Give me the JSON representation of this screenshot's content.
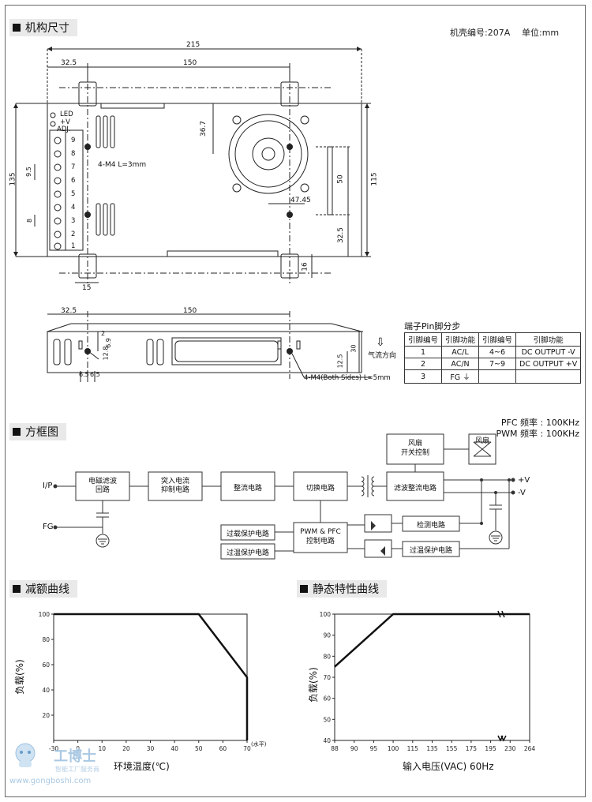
{
  "sections": {
    "mech": "机构尺寸",
    "block": "方框图",
    "derating": "减额曲线",
    "static": "静态特性曲线"
  },
  "case_info": "机壳编号:207A",
  "unit_info": "单位:mm",
  "mech": {
    "dim_215": "215",
    "dim_32_5_top": "32.5",
    "dim_150_top": "150",
    "dim_135": "135",
    "dim_115": "115",
    "dim_50": "50",
    "dim_36_7": "36.7",
    "dim_47_45": "47.45",
    "dim_32_5_right": "32.5",
    "dim_16": "16",
    "dim_15": "15",
    "dim_9_5": "9.5",
    "dim_8": "8",
    "led": "LED",
    "plus_v": "+V",
    "adj": "ADJ.",
    "pins": [
      "9",
      "8",
      "7",
      "6",
      "5",
      "4",
      "3",
      "2",
      "1"
    ],
    "screw_note": "4-M4 L=3mm",
    "side_32_5": "32.5",
    "side_150": "150",
    "side_2": "2",
    "side_6_9": "6.9",
    "side_12_8": "12.8",
    "side_12_5": "12.5",
    "side_30": "30",
    "side_6_5a": "6.5",
    "side_6_5b": "6.5",
    "side_screw_note": "4-M4(Both Sides) L=5mm",
    "airflow": "气流方向"
  },
  "pin_table": {
    "title": "端子Pin脚分步",
    "headers": [
      "引脚编号",
      "引脚功能",
      "引脚编号",
      "引脚功能"
    ],
    "rows": [
      [
        "1",
        "AC/L",
        "4~6",
        "DC OUTPUT -V"
      ],
      [
        "2",
        "AC/N",
        "7~9",
        "DC OUTPUT +V"
      ],
      [
        "3",
        "FG ⏚",
        "",
        ""
      ]
    ]
  },
  "freq": {
    "pfc": "PFC 频率 : 100KHz",
    "pwm": "PWM 频率 : 100KHz"
  },
  "block": {
    "ip": "I/P",
    "fg": "FG",
    "emi": [
      "电磁滤波",
      "回路"
    ],
    "inrush": [
      "突入电流",
      "抑制电路"
    ],
    "rect": "整流电路",
    "switch": "切换电路",
    "out_rect": "滤波整流电路",
    "fan_ctrl": [
      "风扇",
      "开关控制"
    ],
    "fan": "风扇",
    "plus_v": "+V",
    "minus_v": "-V",
    "olp": "过载保护电路",
    "otp_left": "过温保护电路",
    "pwm": [
      "PWM & PFC",
      "控制电路"
    ],
    "detect": "检测电路",
    "otp_right": "过温保护电路"
  },
  "derating_chart": {
    "ylabel": "负载(%)",
    "xlabel": "环境温度(℃)",
    "x_unit": "(水平)",
    "x_ticks": [
      "-30",
      "0",
      "10",
      "20",
      "30",
      "40",
      "50",
      "60",
      "70"
    ],
    "y_ticks": [
      "100",
      "80",
      "60",
      "40",
      "20"
    ]
  },
  "static_chart": {
    "ylabel": "负载(%)",
    "xlabel": "输入电压(VAC) 60Hz",
    "x_ticks": [
      "88",
      "90",
      "95",
      "100",
      "115",
      "135",
      "155",
      "175",
      "195",
      "230",
      "264"
    ],
    "y_ticks": [
      "100",
      "90",
      "80",
      "70",
      "60",
      "50",
      "40"
    ]
  },
  "chart_data": [
    {
      "type": "line",
      "xlabel": "环境温度(℃)",
      "ylabel": "负载(%)",
      "x_ticks": [
        -30,
        0,
        10,
        20,
        30,
        40,
        50,
        60,
        70
      ],
      "ylim": [
        0,
        100
      ],
      "series": [
        {
          "x": [
            -30,
            50,
            70,
            70
          ],
          "y": [
            100,
            100,
            50,
            0
          ]
        }
      ]
    },
    {
      "type": "line",
      "xlabel": "输入电压(VAC) 60Hz",
      "ylabel": "负载(%)",
      "x_ticks": [
        88,
        90,
        95,
        100,
        115,
        135,
        155,
        175,
        195,
        230,
        264
      ],
      "ylim": [
        40,
        100
      ],
      "series": [
        {
          "x": [
            88,
            100,
            264
          ],
          "y": [
            75,
            100,
            100
          ]
        }
      ]
    }
  ],
  "watermark": {
    "brand": "工博士",
    "sub": "智能工厂服务商",
    "url": "www.gongboshi.com"
  }
}
